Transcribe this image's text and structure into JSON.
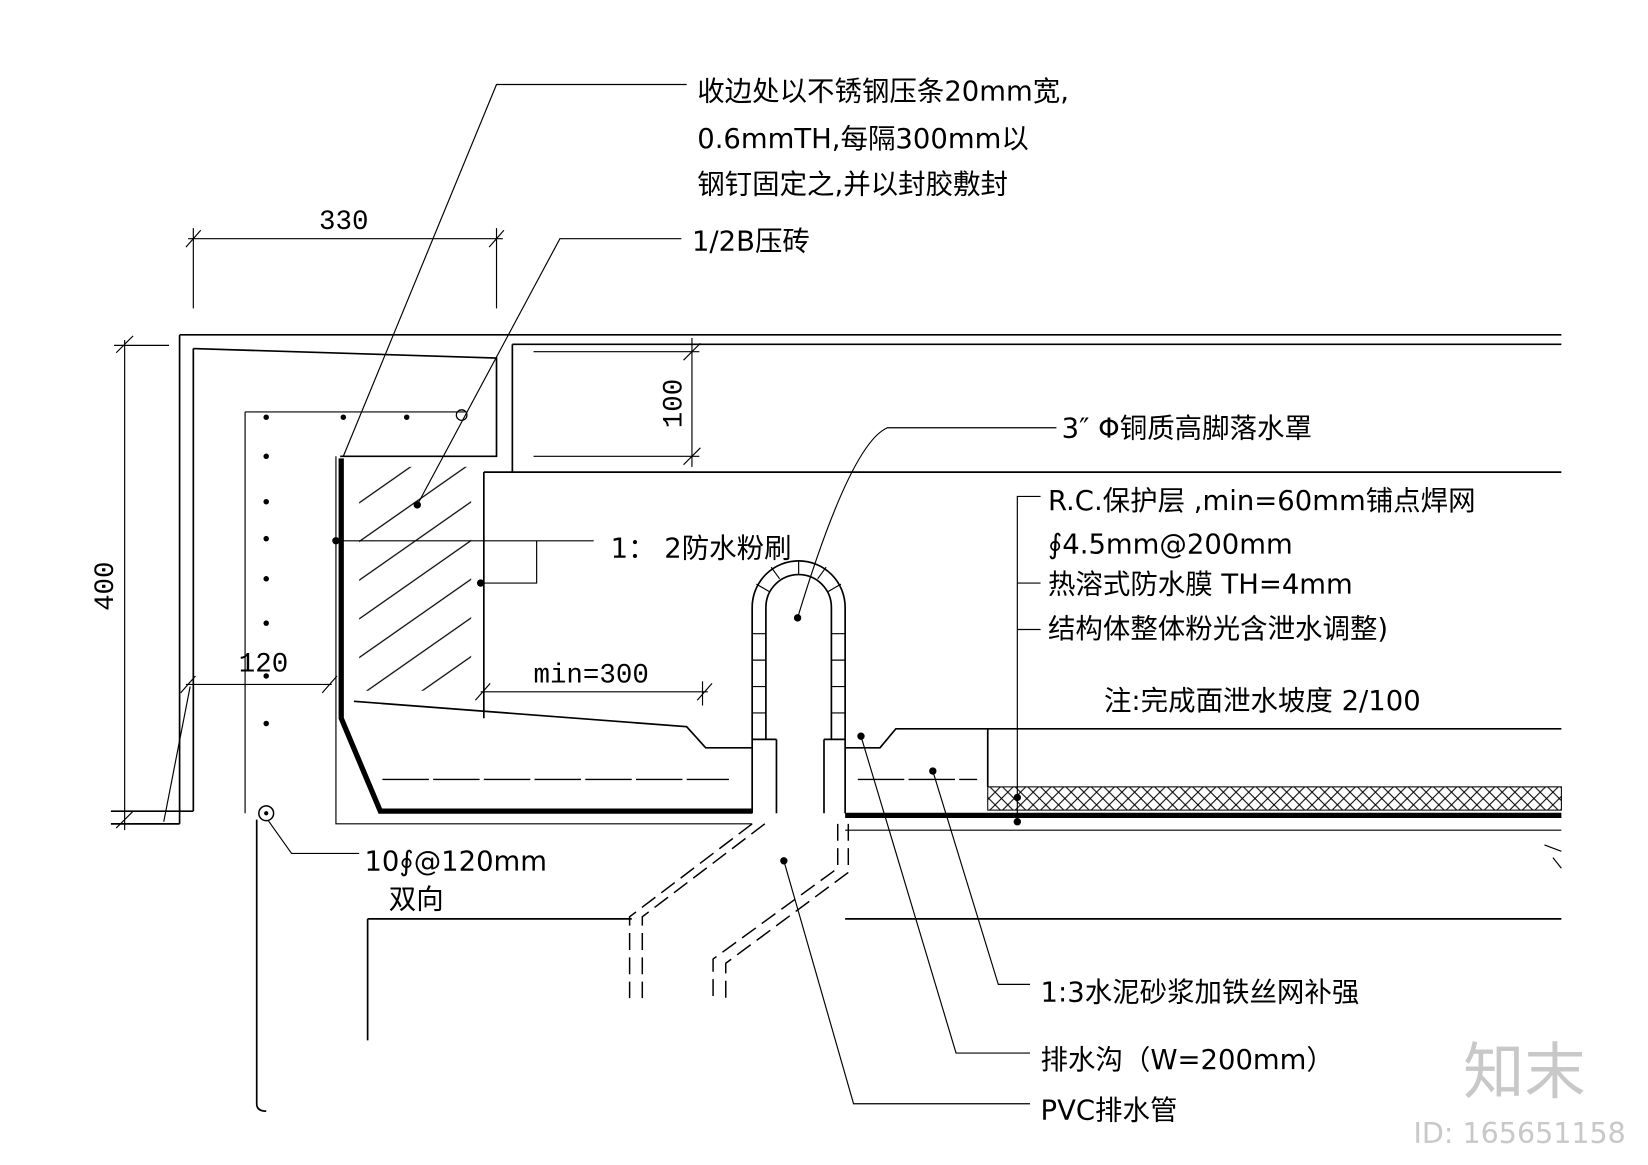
{
  "labels": {
    "edge_note": [
      "收边处以不锈钢压条20mm宽,",
      "0.6mmTH,每隔300mm以",
      "钢钉固定之,并以封胶敷封"
    ],
    "brick": "1/2B压砖",
    "plaster": "1： 2防水粉刷",
    "drain_cover": "3″ Φ铜质高脚落水罩",
    "rc_cover": "R.C.保护层 ,min=60mm铺点焊网",
    "rc_mesh": "∮4.5mm@200mm",
    "membrane": "热溶式防水膜 TH=4mm",
    "structure": "结构体整体粉光含泄水调整)",
    "note": "注:完成面泄水坡度 2/100",
    "rebar": "10∮@120mm",
    "rebar_dir": "双向",
    "mortar": "1:3水泥砂浆加铁丝网补强",
    "gutter": "排水沟（W=200mm）",
    "pvc": "PVC排水管"
  },
  "dimensions": {
    "d330": "330",
    "d100": "100",
    "d400": "400",
    "d120": "120",
    "min300": "min=300"
  },
  "watermark": {
    "brand": "知末",
    "id": "ID: 165651158"
  },
  "colors": {
    "line": "#000000",
    "background": "#ffffff",
    "watermark": "#c8c8c8"
  }
}
